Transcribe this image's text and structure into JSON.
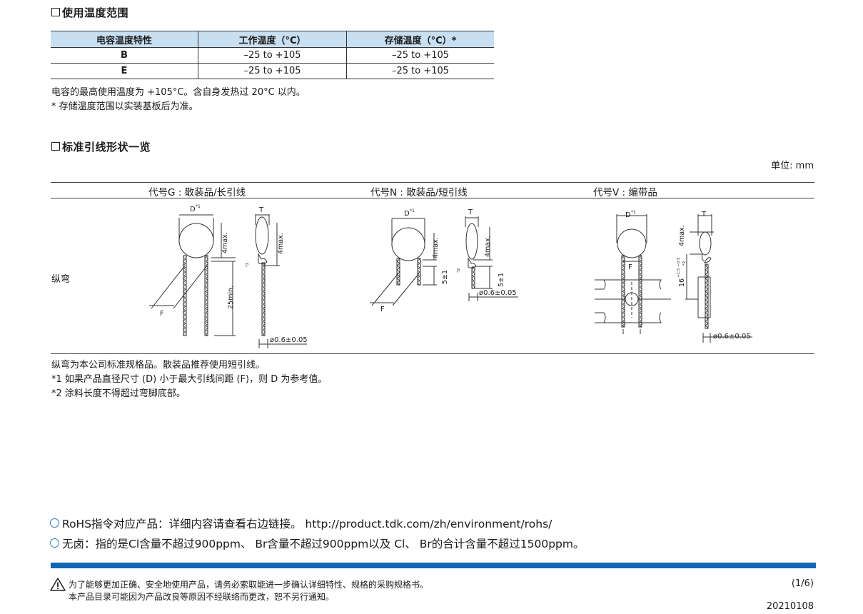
{
  "section1": {
    "title": "使用温度范围"
  },
  "temp_table": {
    "headers": [
      "电容温度特性",
      "工作温度（°C）",
      "存储温度（°C）*"
    ],
    "rows": [
      [
        "B",
        "–25 to +105",
        "–25 to +105"
      ],
      [
        "E",
        "–25 to +105",
        "–25 to +105"
      ]
    ]
  },
  "notes1": [
    "电容的最高使用温度为 +105°C。含自身发热过 20°C 以内。",
    "* 存储温度范围以实装基板后为准。"
  ],
  "section2": {
    "title": "标准引线形状一览"
  },
  "unit": "单位: mm",
  "variants": [
    "代号G : 散装品/长引线",
    "代号N : 散装品/短引线",
    "代号V : 编带品"
  ],
  "row_label": "纵弯",
  "diagram_labels": {
    "D": "D",
    "sup1": "*1",
    "sup2": "*2",
    "T": "T",
    "F": "F",
    "max4": "4max.",
    "min25": "25min.",
    "pm5": "5±1",
    "dim16": "16",
    "dim16_tol": "+1.5 −0.5",
    "dia": "ø0.6±0.05"
  },
  "notes2": [
    "纵弯为本公司标准规格品。散装品推荐使用短引线。",
    "*1 如果产品直径尺寸 (D) 小于最大引线间距 (F)，则 D 为参考值。",
    "*2 涂料长度不得超过弯脚底部。"
  ],
  "eco": [
    "RoHS指令对应产品：详细内容请查看右边链接。 http://product.tdk.com/zh/environment/rohs/",
    "无卤：指的是Cl含量不超过900ppm、 Br含量不超过900ppm以及 Cl、 Br的合计含量不超过1500ppm。"
  ],
  "footer": {
    "warning_line1": "为了能够更加正确、安全地使用产品，请务必索取能进一步确认详细特性、规格的采购规格书。",
    "warning_line2": "本产品目录可能因为产品改良等原因不经联络而更改，恕不另行通知。",
    "page": "(1/6)",
    "date": "20210108"
  },
  "colors": {
    "table_header": "#c8dff2",
    "bar": "#1566b3",
    "circle": "#2d7bbf"
  }
}
